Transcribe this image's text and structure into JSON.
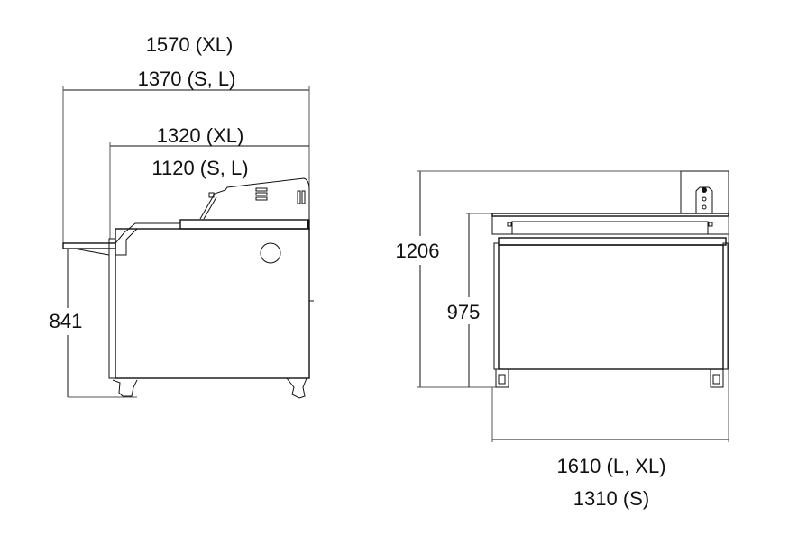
{
  "side_view": {
    "overall_length_xl": "1570 (XL)",
    "overall_length_sl": "1370 (S, L)",
    "body_length_xl": "1320 (XL)",
    "body_length_sl": "1120 (S, L)",
    "shelf_height": "841"
  },
  "front_view": {
    "total_height": "1206",
    "body_height": "975",
    "width_lxl": "1610 (L, XL)",
    "width_s": "1310 (S)"
  }
}
